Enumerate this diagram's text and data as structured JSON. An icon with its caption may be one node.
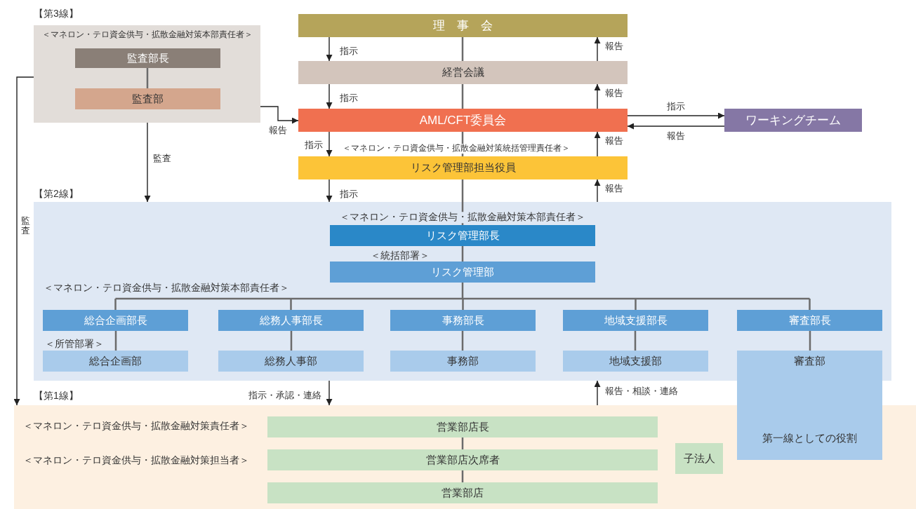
{
  "diagram": {
    "nodes": [
      {
        "text": [
          "【第3線】",
          "＜マネロン・テロ資金供与・拡散金融対策本部責任者＞"
        ]
      },
      {
        "text": [
          "監査部長"
        ],
        "in": 0
      },
      {
        "text": [
          "監査部"
        ],
        "in": 0
      },
      {
        "text": [
          "理　事　会"
        ]
      },
      {
        "text": [
          "経営会議"
        ]
      },
      {
        "text": [
          "AML/CFT委員会"
        ]
      },
      {
        "text": [
          "ワーキングチーム"
        ]
      },
      {
        "text": [
          "リスク管理部担当役員"
        ],
        "beside": [
          "＜マネロン・テロ資金供与・拡散金融対策統括管理責任者＞"
        ]
      },
      {
        "text": [
          "【第2線】"
        ]
      },
      {
        "text": [
          "リスク管理部長"
        ],
        "in": 8,
        "beside": [
          "＜マネロン・テロ資金供与・拡散金融対策本部責任者＞"
        ]
      },
      {
        "text": [
          "リスク管理部"
        ],
        "in": 8,
        "beside": [
          "＜統括部署＞"
        ]
      },
      {
        "text": [
          "総合企画部長"
        ],
        "in": 8
      },
      {
        "text": [
          "総務人事部長"
        ],
        "in": 8
      },
      {
        "text": [
          "事務部長"
        ],
        "in": 8
      },
      {
        "text": [
          "地域支援部長"
        ],
        "in": 8
      },
      {
        "text": [
          "審査部長"
        ],
        "in": 8
      },
      {
        "text": [
          "総合企画部"
        ],
        "in": 8,
        "beside": [
          "＜所管部署＞"
        ]
      },
      {
        "text": [
          "総務人事部"
        ],
        "in": 8
      },
      {
        "text": [
          "事務部"
        ],
        "in": 8
      },
      {
        "text": [
          "地域支援部"
        ],
        "in": 8
      },
      {
        "text": [
          "審査部",
          "第一線としての役割"
        ]
      },
      {
        "text": [
          "【第1線】"
        ]
      },
      {
        "text": [
          "営業部店長"
        ],
        "in": 21
      },
      {
        "text": [
          "営業部店次席者"
        ],
        "in": 21
      },
      {
        "text": [
          "営業部店"
        ],
        "in": 21
      },
      {
        "text": [
          "子法人"
        ],
        "in": 21
      }
    ],
    "edges": [
      {
        "from": 1,
        "to": 2,
        "arrow": "none"
      },
      {
        "from": 0,
        "to": 5,
        "arrow": "to",
        "label": "報告"
      },
      {
        "from": 0,
        "to": 8,
        "arrow": "to",
        "label": "監査"
      },
      {
        "from": 0,
        "to": 21,
        "arrow": "to",
        "label": "監査"
      },
      {
        "from": 3,
        "to": 4,
        "arrow": "none"
      },
      {
        "from": 4,
        "to": 5,
        "arrow": "none"
      },
      {
        "from": 5,
        "to": 7,
        "arrow": "none"
      },
      {
        "from": 7,
        "to": 9,
        "arrow": "none"
      },
      {
        "from": 9,
        "to": 10,
        "arrow": "none"
      },
      {
        "from": 10,
        "to": 11,
        "arrow": "none"
      },
      {
        "from": 10,
        "to": 12,
        "arrow": "none"
      },
      {
        "from": 10,
        "to": 13,
        "arrow": "none"
      },
      {
        "from": 10,
        "to": 14,
        "arrow": "none"
      },
      {
        "from": 10,
        "to": 15,
        "arrow": "none"
      },
      {
        "from": 11,
        "to": 16,
        "arrow": "none"
      },
      {
        "from": 12,
        "to": 17,
        "arrow": "none"
      },
      {
        "from": 13,
        "to": 18,
        "arrow": "none"
      },
      {
        "from": 14,
        "to": 19,
        "arrow": "none"
      },
      {
        "from": 15,
        "to": 20,
        "arrow": "none"
      },
      {
        "from": 22,
        "to": 23,
        "arrow": "none"
      },
      {
        "from": 23,
        "to": 24,
        "arrow": "none"
      },
      {
        "from": 3,
        "to": 4,
        "arrow": "to",
        "label": "指示"
      },
      {
        "from": 4,
        "to": 3,
        "arrow": "to",
        "label": "報告"
      },
      {
        "from": 4,
        "to": 5,
        "arrow": "to",
        "label": "指示"
      },
      {
        "from": 5,
        "to": 4,
        "arrow": "to",
        "label": "報告"
      },
      {
        "from": 5,
        "to": 7,
        "arrow": "to",
        "label": "指示"
      },
      {
        "from": 7,
        "to": 5,
        "arrow": "to",
        "label": "報告"
      },
      {
        "from": 7,
        "to": 8,
        "arrow": "to",
        "label": "指示"
      },
      {
        "from": 8,
        "to": 7,
        "arrow": "to",
        "label": "報告"
      },
      {
        "from": 5,
        "to": 6,
        "arrow": "to",
        "label": "指示"
      },
      {
        "from": 6,
        "to": 5,
        "arrow": "to",
        "label": "報告"
      },
      {
        "from": 8,
        "to": 21,
        "arrow": "to",
        "label": "指示・承認・連絡"
      },
      {
        "from": 21,
        "to": 8,
        "arrow": "to",
        "label": "報告・相談・連絡"
      }
    ],
    "labels": [
      "＜マネロン・テロ資金供与・拡散金融対策本部責任者＞",
      "＜マネロン・テロ資金供与・拡散金融対策責任者＞",
      "＜マネロン・テロ資金供与・拡散金融対策担当者＞"
    ]
  }
}
